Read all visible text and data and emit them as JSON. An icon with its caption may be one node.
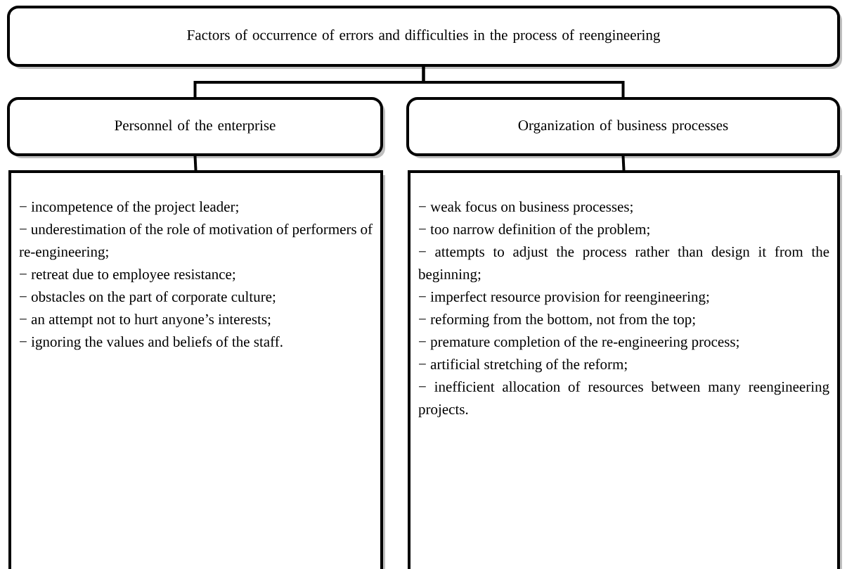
{
  "diagram": {
    "nodes": [
      {
        "text": [
          "Factors of occurrence of errors and difficulties in the process of reengineering"
        ]
      },
      {
        "text": [
          "Personnel of the enterprise"
        ]
      },
      {
        "text": [
          "Organization of business processes"
        ]
      },
      {
        "text": [
          "− incompetence of the project leader;",
          "− underestimation of the role of motivation of performers of re-engineering;",
          "− retreat due to employee resistance;",
          "− obstacles on the part of corporate culture;",
          "− an attempt not to hurt anyone’s interests;",
          "− ignoring the values and beliefs of the staff."
        ]
      },
      {
        "text": [
          "− weak focus on business processes;",
          "− too narrow definition of the problem;",
          "− attempts to adjust the process rather than design it from the beginning;",
          "− imperfect resource provision for reengineering;",
          "− reforming from the bottom, not from the top;",
          "− premature completion of the re-engineering process;",
          "− artificial stretching of the reform;",
          "− inefficient allocation of resources between many reengineering projects."
        ]
      }
    ],
    "edges": [
      {
        "from": 0,
        "to": 1,
        "arrow": "none"
      },
      {
        "from": 0,
        "to": 2,
        "arrow": "none"
      },
      {
        "from": 1,
        "to": 3,
        "arrow": "none"
      },
      {
        "from": 2,
        "to": 4,
        "arrow": "none"
      }
    ]
  }
}
